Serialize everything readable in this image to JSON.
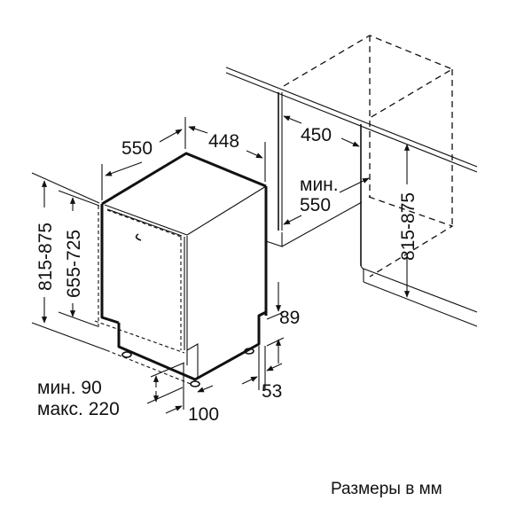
{
  "diagram": {
    "subject": "Built-in dishwasher installation dimensions",
    "unit_caption": "Размеры в мм",
    "appliance": {
      "depth_label": "550",
      "width_label": "448",
      "height_label": "815-875",
      "door_height_label": "655-725",
      "plinth_height_label": "89",
      "foot_offset_label": "53",
      "toe_kick_depth_label": "100",
      "plinth_range_min": "мин. 90",
      "plinth_range_max": "макс. 220"
    },
    "niche": {
      "width_label": "450",
      "depth_label_line1": "мин.",
      "depth_label_line2": "550",
      "height_label": "815-875"
    }
  }
}
